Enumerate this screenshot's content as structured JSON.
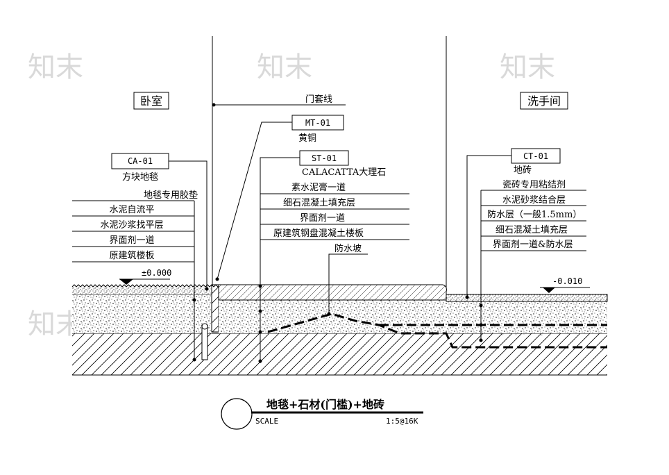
{
  "rooms": {
    "left": "卧室",
    "right": "洗手间"
  },
  "left_stack": {
    "code": "CA-01",
    "material": "方块地毯",
    "layers": [
      "地毯专用胶垫",
      "水泥自流平",
      "水泥沙浆找平层",
      "界面剂一道",
      "原建筑楼板"
    ]
  },
  "left_level": "±0.000",
  "door_casing": "门套线",
  "metal": {
    "code": "MT-01",
    "material": "黄铜"
  },
  "stone": {
    "code": "ST-01",
    "material": "CALACATTA大理石",
    "layers": [
      "素水泥膏一道",
      "细石混凝土填充层",
      "界面剂一道",
      "原建筑钢盘混凝土楼板"
    ]
  },
  "waterproof_slope": "防水坡",
  "tile": {
    "code": "CT-01",
    "material": "地砖",
    "layers": [
      "瓷砖专用粘结剂",
      "水泥砂浆结合层",
      "防水层（一般1.5mm）",
      "细石混凝土填充层",
      "界面剂一道&防水层"
    ]
  },
  "right_level": "-0.010",
  "title_block": {
    "title": "地毯+石材(门槛)+地砖",
    "scale_label": "SCALE",
    "scale_value": "1:5@16K"
  },
  "watermark": "知末"
}
